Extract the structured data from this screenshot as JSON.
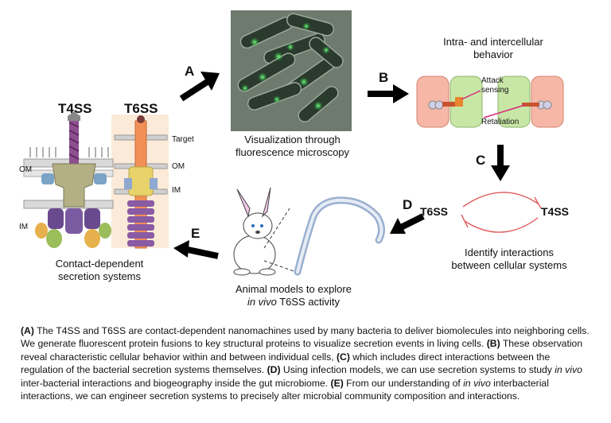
{
  "figure": {
    "t4ss_title": "T4SS",
    "t6ss_title": "T6SS",
    "target_label": "Target",
    "om_label": "OM",
    "im_label": "IM",
    "om_label_right": "OM",
    "im_label_right": "IM",
    "contact_caption": "Contact-dependent\nsecretion systems",
    "micro_caption": "Visualization through\nfluorescence microscopy",
    "behavior_caption": "Intra- and intercellular\nbehavior",
    "attack_label": "Attack\nsensing",
    "retaliation_label": "Retaliation",
    "interactions_caption": "Identify interactions\nbetween cellular systems",
    "t6ss_node": "T6SS",
    "t4ss_node": "T4SS",
    "animal_caption_line1": "Animal models to explore",
    "animal_caption_italic": "in vivo",
    "animal_caption_rest": " T6SS activity",
    "arrows": {
      "a": "A",
      "b": "B",
      "c": "C",
      "d": "D",
      "e": "E"
    }
  },
  "caption": {
    "a_tag": "(A)",
    "a_text": " The T4SS and T6SS are contact-dependent nanomachines used by many bacteria to deliver biomolecules into neighboring cells. We generate fluorescent protein fusions to key structural proteins to visualize secretion events in living cells. ",
    "b_tag": "(B)",
    "b_text": " These observation reveal characteristic cellular behavior within and between individual cells, ",
    "c_tag": "(C)",
    "c_text": " which includes direct interactions between the regulation of the bacterial secretion systems themselves. ",
    "d_tag": "(D)",
    "d_text": " Using infection models, we can use secretion systems to study ",
    "d_italic": "in vivo",
    "d_text2": " inter-bacterial interactions and biogeography inside the gut microbiome. ",
    "e_tag": "(E)",
    "e_text": " From our understanding of ",
    "e_italic": "in vivo",
    "e_text2": " interbacterial interactions, we can engineer secretion systems to precisely alter microbial community composition and interactions."
  },
  "colors": {
    "arrow": "#000000",
    "cell_red": "#f6b7a7",
    "cell_green": "#c8e6a6",
    "inhibit_line": "#e05a5a",
    "micro_bg": "#6d7a6d",
    "gfp_spot": "#39e05a"
  }
}
